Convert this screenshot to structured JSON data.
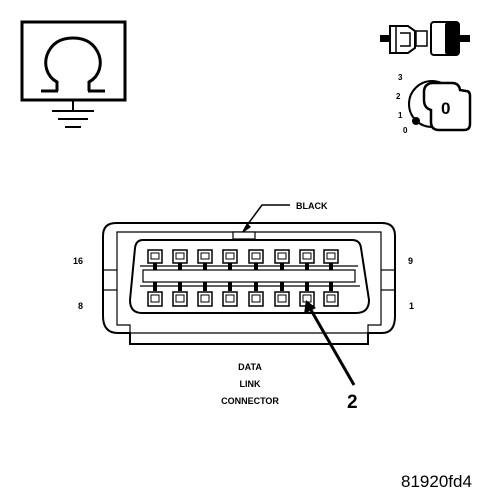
{
  "meter_symbol": "ohm-icon",
  "ignition": {
    "positions": [
      "3",
      "2",
      "1",
      "0"
    ],
    "key_label": "0"
  },
  "connector": {
    "color_label": "BLACK",
    "pin_16": "16",
    "pin_9": "9",
    "pin_8": "8",
    "pin_1": "1",
    "callout": "2",
    "name_lines": [
      "DATA",
      "LINK",
      "CONNECTOR"
    ]
  },
  "figure_id": "81920fd4"
}
